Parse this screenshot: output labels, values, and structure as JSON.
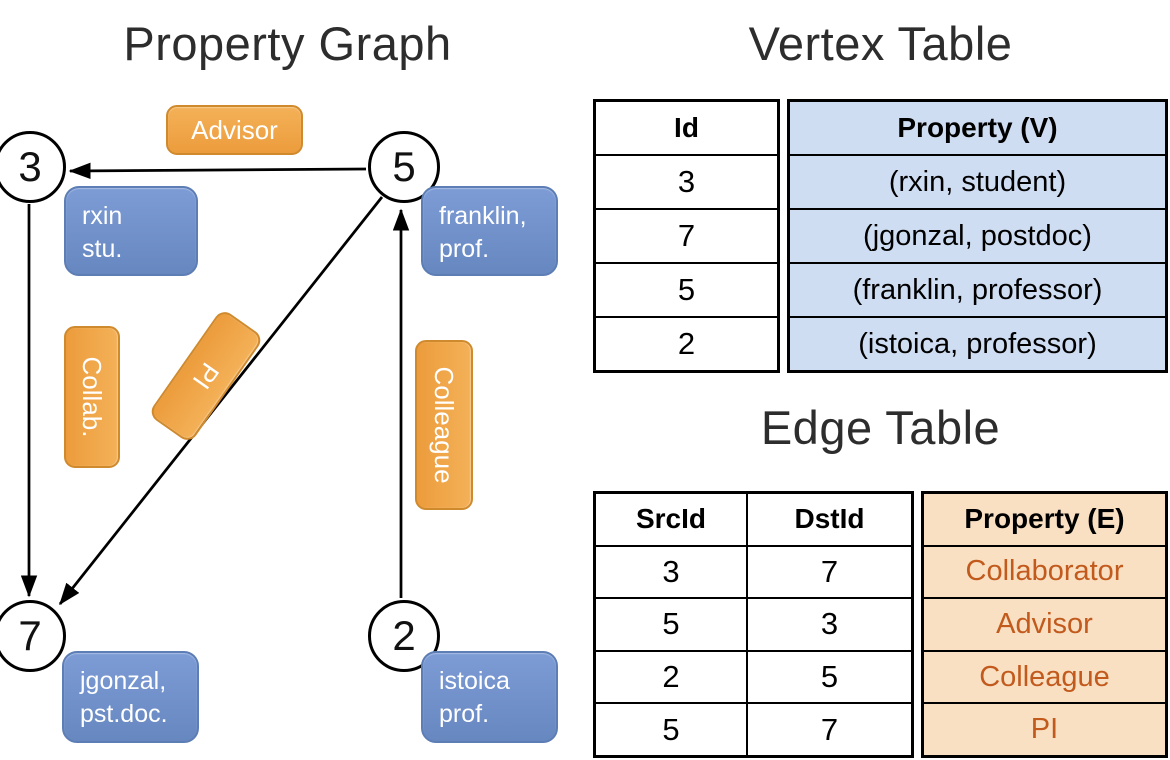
{
  "graph": {
    "title": "Property Graph",
    "vertices": [
      {
        "id": "3",
        "prop_line1": "rxin",
        "prop_line2": "stu."
      },
      {
        "id": "5",
        "prop_line1": "franklin,",
        "prop_line2": "prof."
      },
      {
        "id": "7",
        "prop_line1": "jgonzal,",
        "prop_line2": "pst.doc."
      },
      {
        "id": "2",
        "prop_line1": "istoica",
        "prop_line2": "prof."
      }
    ],
    "edge_labels": {
      "advisor": "Advisor",
      "collab": "Collab.",
      "pi": "PI",
      "colleague": "Colleague"
    }
  },
  "vertex_table": {
    "title": "Vertex Table",
    "col1_header": "Id",
    "col2_header": "Property (V)",
    "rows": [
      {
        "id": "3",
        "property": "(rxin, student)"
      },
      {
        "id": "7",
        "property": "(jgonzal, postdoc)"
      },
      {
        "id": "5",
        "property": "(franklin, professor)"
      },
      {
        "id": "2",
        "property": "(istoica, professor)"
      }
    ]
  },
  "edge_table": {
    "title": "Edge Table",
    "col1_header": "SrcId",
    "col2_header": "DstId",
    "col3_header": "Property (E)",
    "rows": [
      {
        "src": "3",
        "dst": "7",
        "property": "Collaborator"
      },
      {
        "src": "5",
        "dst": "3",
        "property": "Advisor"
      },
      {
        "src": "2",
        "dst": "5",
        "property": "Colleague"
      },
      {
        "src": "5",
        "dst": "7",
        "property": "PI"
      }
    ]
  },
  "colors": {
    "edge_label_fill": "#EF9F3E",
    "edge_label_border": "#D08A2E",
    "vertex_box_fill": "#6F8FC9",
    "vertex_box_border": "#5D7DB5",
    "vertex_cell_bg": "#CFDDF2",
    "edge_cell_bg": "#F9E0C3",
    "edge_value_text": "#C25A1D"
  }
}
